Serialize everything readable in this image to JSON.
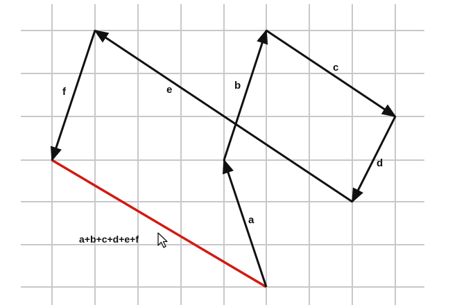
{
  "diagram": {
    "grid_color": "#c8c8c8",
    "vector_color": "#111111",
    "resultant_color": "#d21a12",
    "vectors": [
      {
        "label": "a",
        "name": "vector-a"
      },
      {
        "label": "b",
        "name": "vector-b"
      },
      {
        "label": "c",
        "name": "vector-c"
      },
      {
        "label": "d",
        "name": "vector-d"
      },
      {
        "label": "e",
        "name": "vector-e"
      },
      {
        "label": "f",
        "name": "vector-f"
      }
    ],
    "resultant_label": "a+b+c+d+e+f",
    "cursor_icon": "pointer-cursor-icon"
  }
}
